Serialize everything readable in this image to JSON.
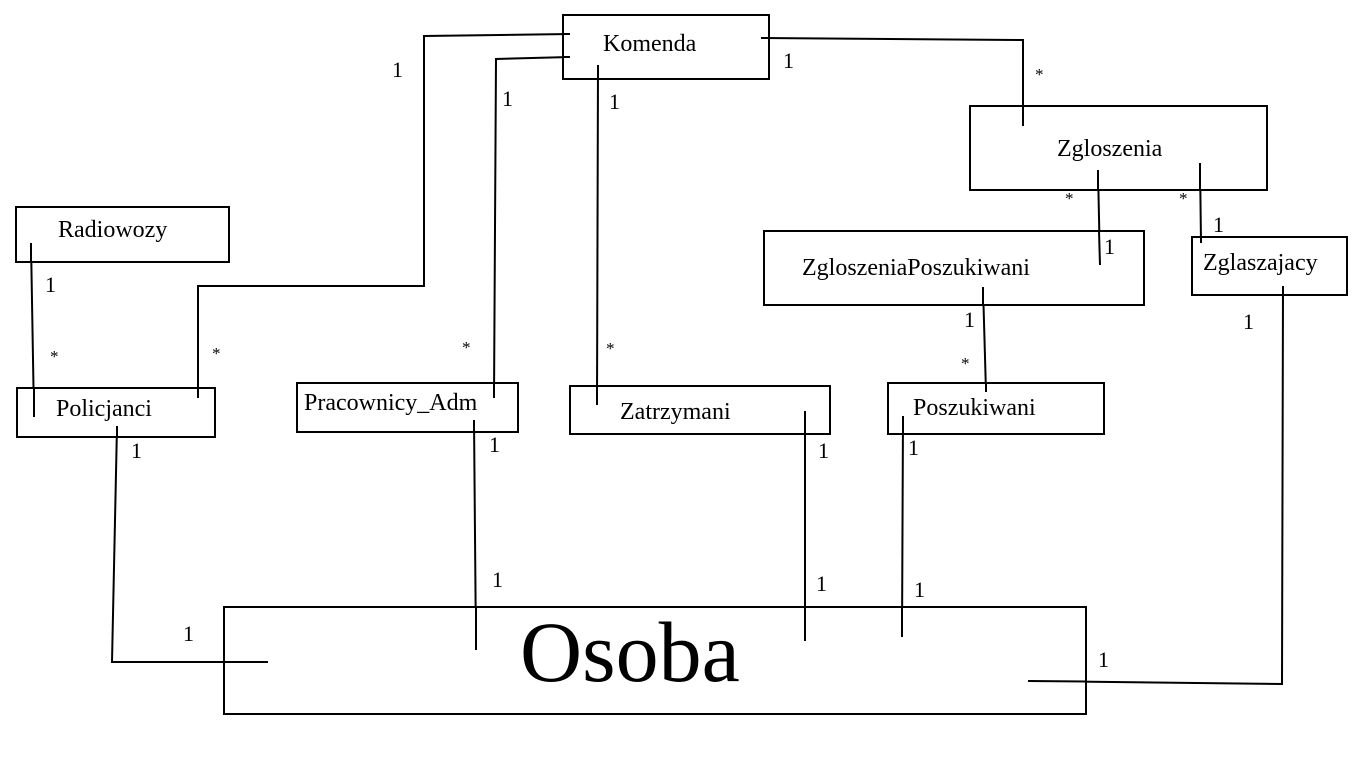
{
  "entities": {
    "komenda": "Komenda",
    "zgloszenia": "Zgloszenia",
    "radiowozy": "Radiowozy",
    "zgloszenia_poszukiwani": "ZgloszeniaPoszukiwani",
    "zglaszajacy": "Zglaszajacy",
    "policjanci": "Policjanci",
    "pracownicy_adm": "Pracownicy_Adm",
    "zatrzymani": "Zatrzymani",
    "poszukiwani": "Poszukiwani",
    "osoba": "Osoba"
  },
  "multiplicities": {
    "komenda_policjanci_one": "1",
    "komenda_policjanci_many": "*",
    "komenda_pracownicy_one": "1",
    "komenda_pracownicy_many": "*",
    "komenda_zatrzymani_one": "1",
    "komenda_zatrzymani_many": "*",
    "komenda_zgloszenia_one": "1",
    "komenda_zgloszenia_many": "*",
    "radiowozy_policjanci_one": "1",
    "radiowozy_policjanci_many": "*",
    "zgloszenia_zp_many": "*",
    "zgloszenia_zp_one": "1",
    "zgloszenia_zglaszajacy_many": "*",
    "zgloszenia_zglaszajacy_one": "1",
    "zp_poszukiwani_one": "1",
    "zp_poszukiwani_many": "*",
    "policjanci_osoba_top": "1",
    "policjanci_osoba_bottom": "1",
    "pracownicy_osoba_top": "1",
    "pracownicy_osoba_bottom": "1",
    "zatrzymani_osoba_top": "1",
    "zatrzymani_osoba_bottom": "1",
    "poszukiwani_osoba_top": "1",
    "poszukiwani_osoba_bottom": "1",
    "zglaszajacy_osoba_top": "1",
    "zglaszajacy_osoba_bottom": "1"
  }
}
